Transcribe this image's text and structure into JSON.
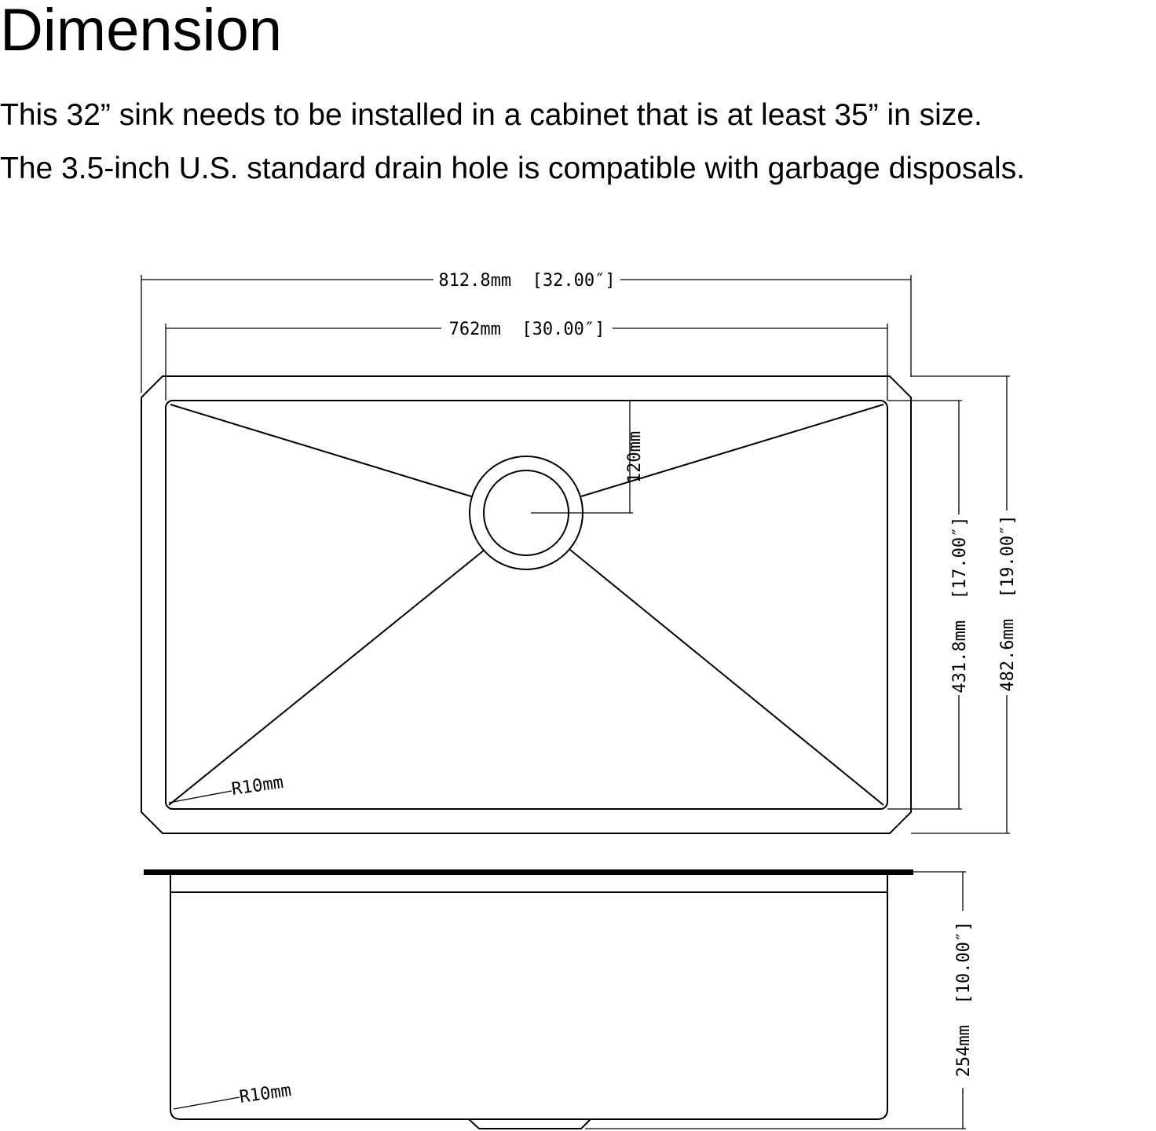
{
  "title": "Dimension",
  "description_lines": [
    "This 32” sink needs to be installed in a cabinet that is at least 35” in size.",
    "The 3.5-inch U.S. standard drain hole is compatible with garbage disposals."
  ],
  "drawing": {
    "overall_width": "812.8mm  [32.00″]",
    "bowl_width": "762mm  [30.00″]",
    "drain_offset": "120mm",
    "bowl_depth_front_back": "431.8mm  [17.00″]",
    "overall_depth_front_back": "482.6mm  [19.00″]",
    "corner_radius_top": "R10mm",
    "bowl_height": "254mm  [10.00″]",
    "corner_radius_side": "R10mm"
  }
}
